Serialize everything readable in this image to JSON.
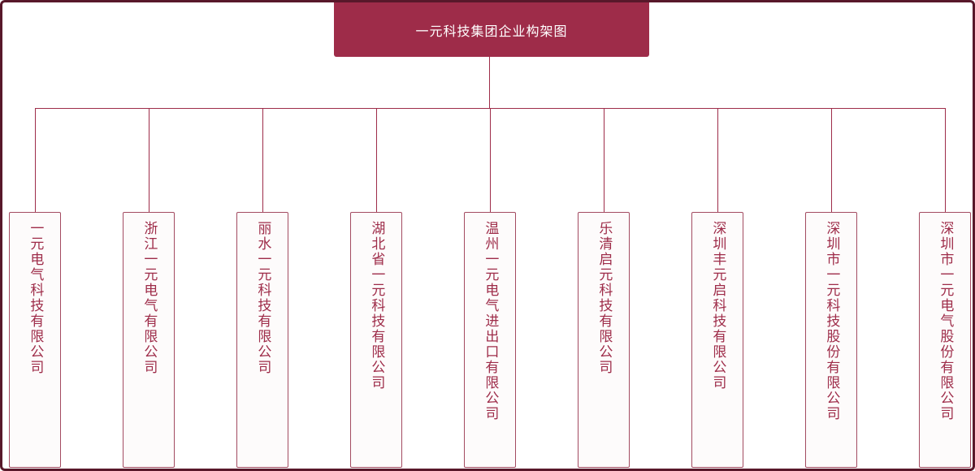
{
  "title": "一元科技集团企业构架图",
  "companies": [
    "一元电气科技有限公司",
    "浙江一元电气有限公司",
    "丽水一元科技有限公司",
    "湖北省一元科技有限公司",
    "温州一元电气进出口有限公司",
    "乐清启元科技有限公司",
    "深圳丰元启科技有限公司",
    "深圳市一元科技股份有限公司",
    "深圳市一元电气股份有限公司"
  ],
  "colors": {
    "outer_border": "#58182a",
    "header_bg": "#9e2c49",
    "header_text": "#ffffff",
    "line_color": "#9e2c49",
    "box_border": "#a34b61",
    "box_bg": "#fdfbfb",
    "box_text": "#9e2c49"
  }
}
